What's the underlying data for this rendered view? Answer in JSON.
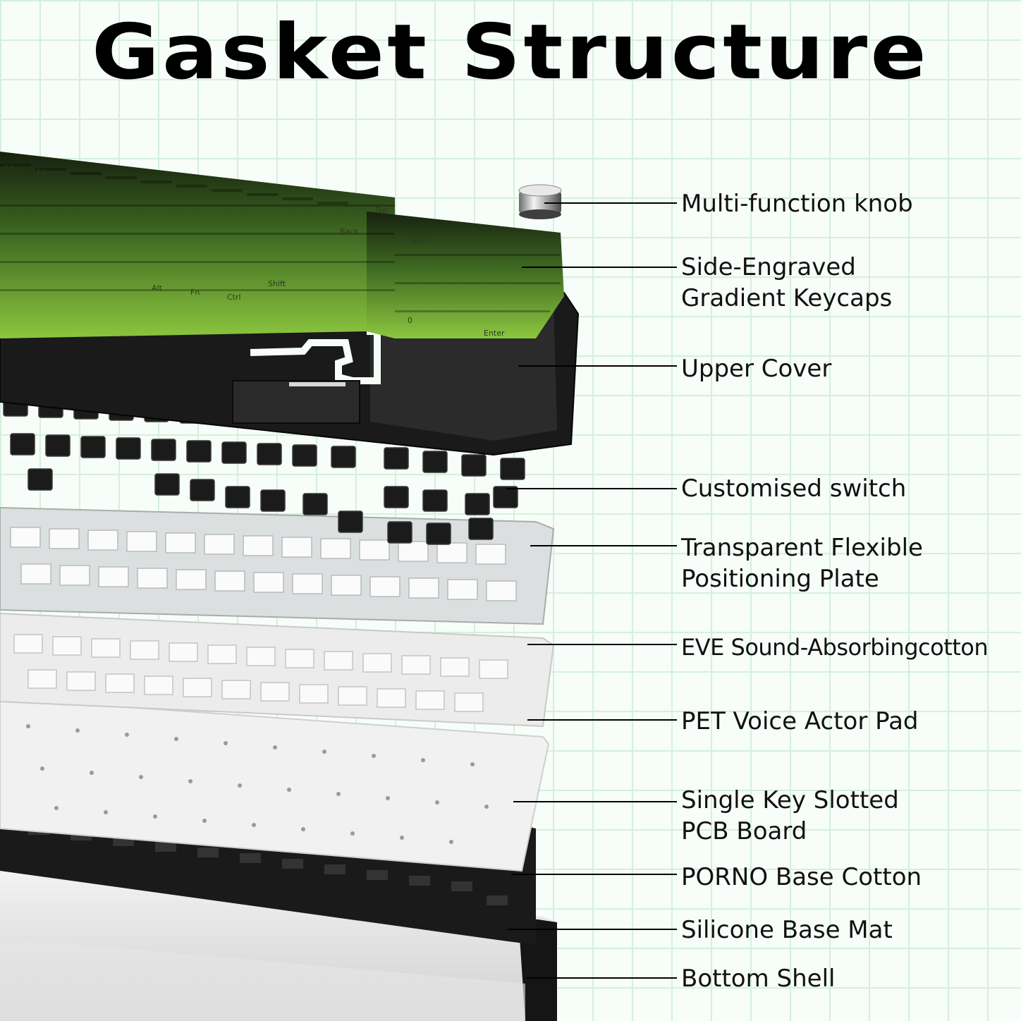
{
  "title": "Gasket Structure",
  "colors": {
    "keycap_dark": "#1c2a14",
    "keycap_green": "#8cc63f",
    "frame": "#141414",
    "plate": "#d9dcdc",
    "grid": "#d4f0dd"
  },
  "keycap_legends": [
    "F3",
    "F4",
    "Num",
    "Alt",
    "Fn",
    "Ctrl",
    "Shift",
    "Back",
    "Enter",
    "Del",
    "0"
  ],
  "components": [
    {
      "lines": [
        "Multi-function knob"
      ]
    },
    {
      "lines": [
        "Side-Engraved",
        "Gradient Keycaps"
      ]
    },
    {
      "lines": [
        "Upper Cover"
      ]
    },
    {
      "lines": [
        "Customised switch"
      ]
    },
    {
      "lines": [
        "Transparent Flexible",
        "Positioning Plate"
      ]
    },
    {
      "lines": [
        "EVE Sound-Absorbingcotton"
      ]
    },
    {
      "lines": [
        "PET Voice Actor Pad"
      ]
    },
    {
      "lines": [
        "Single Key Slotted",
        "PCB Board"
      ]
    },
    {
      "lines": [
        "PORNO Base Cotton"
      ]
    },
    {
      "lines": [
        "Silicone Base Mat"
      ]
    },
    {
      "lines": [
        "Bottom Shell"
      ]
    }
  ]
}
